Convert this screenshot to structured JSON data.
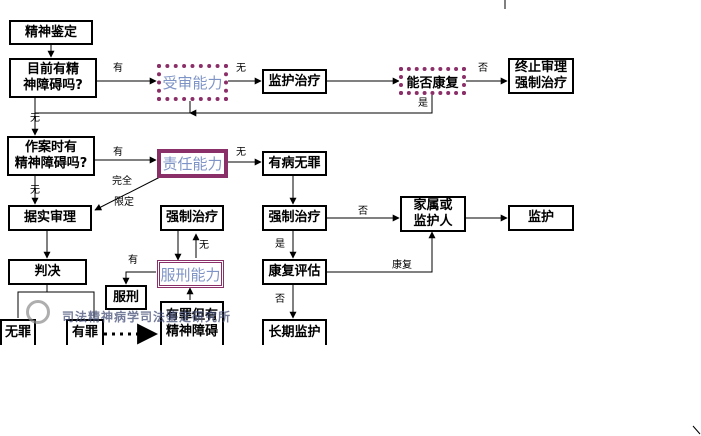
{
  "nodes": {
    "psych_eval": "精神鉴定",
    "current_mental_disorder": "目前有精\n神障碍吗?",
    "trial_capacity": "受审能力",
    "custodial_treatment_1": "监护治疗",
    "recoverable": "能否康复",
    "terminate_trial": "终止审理\n强制治疗",
    "mental_disorder_at_crime": "作案时有\n精神障碍吗?",
    "criminal_responsibility": "责任能力",
    "ill_not_guilty": "有病无罪",
    "trial_by_facts": "据实审理",
    "compulsory_treatment_left": "强制治疗",
    "compulsory_treatment_right": "强制治疗",
    "family_or_guardian": "家属或\n监护人",
    "custody": "监护",
    "judgment": "判决",
    "rehab_assessment": "康复评估",
    "serve_sentence": "服刑",
    "sentence_capacity": "服刑能力",
    "not_guilty": "无罪",
    "guilty": "有罪",
    "guilty_with_disorder": "有罪但有\n精神障碍",
    "long_term_custody": "长期监护"
  },
  "edge_labels": {
    "has_1": "有",
    "none_1": "无",
    "no_1": "否",
    "yes_1": "是",
    "none_2": "无",
    "has_2": "有",
    "none_3": "无",
    "full": "完全",
    "limited": "限定",
    "none_4": "无",
    "no_2": "否",
    "yes_2": "是",
    "recovered": "康复",
    "has_3": "有",
    "no_3": "否"
  },
  "watermark": "司法精神病学司法鉴定研究所",
  "colors": {
    "capacity_border": "#8b2f68",
    "capacity_text": "#7f94c6",
    "line": "#000000"
  }
}
